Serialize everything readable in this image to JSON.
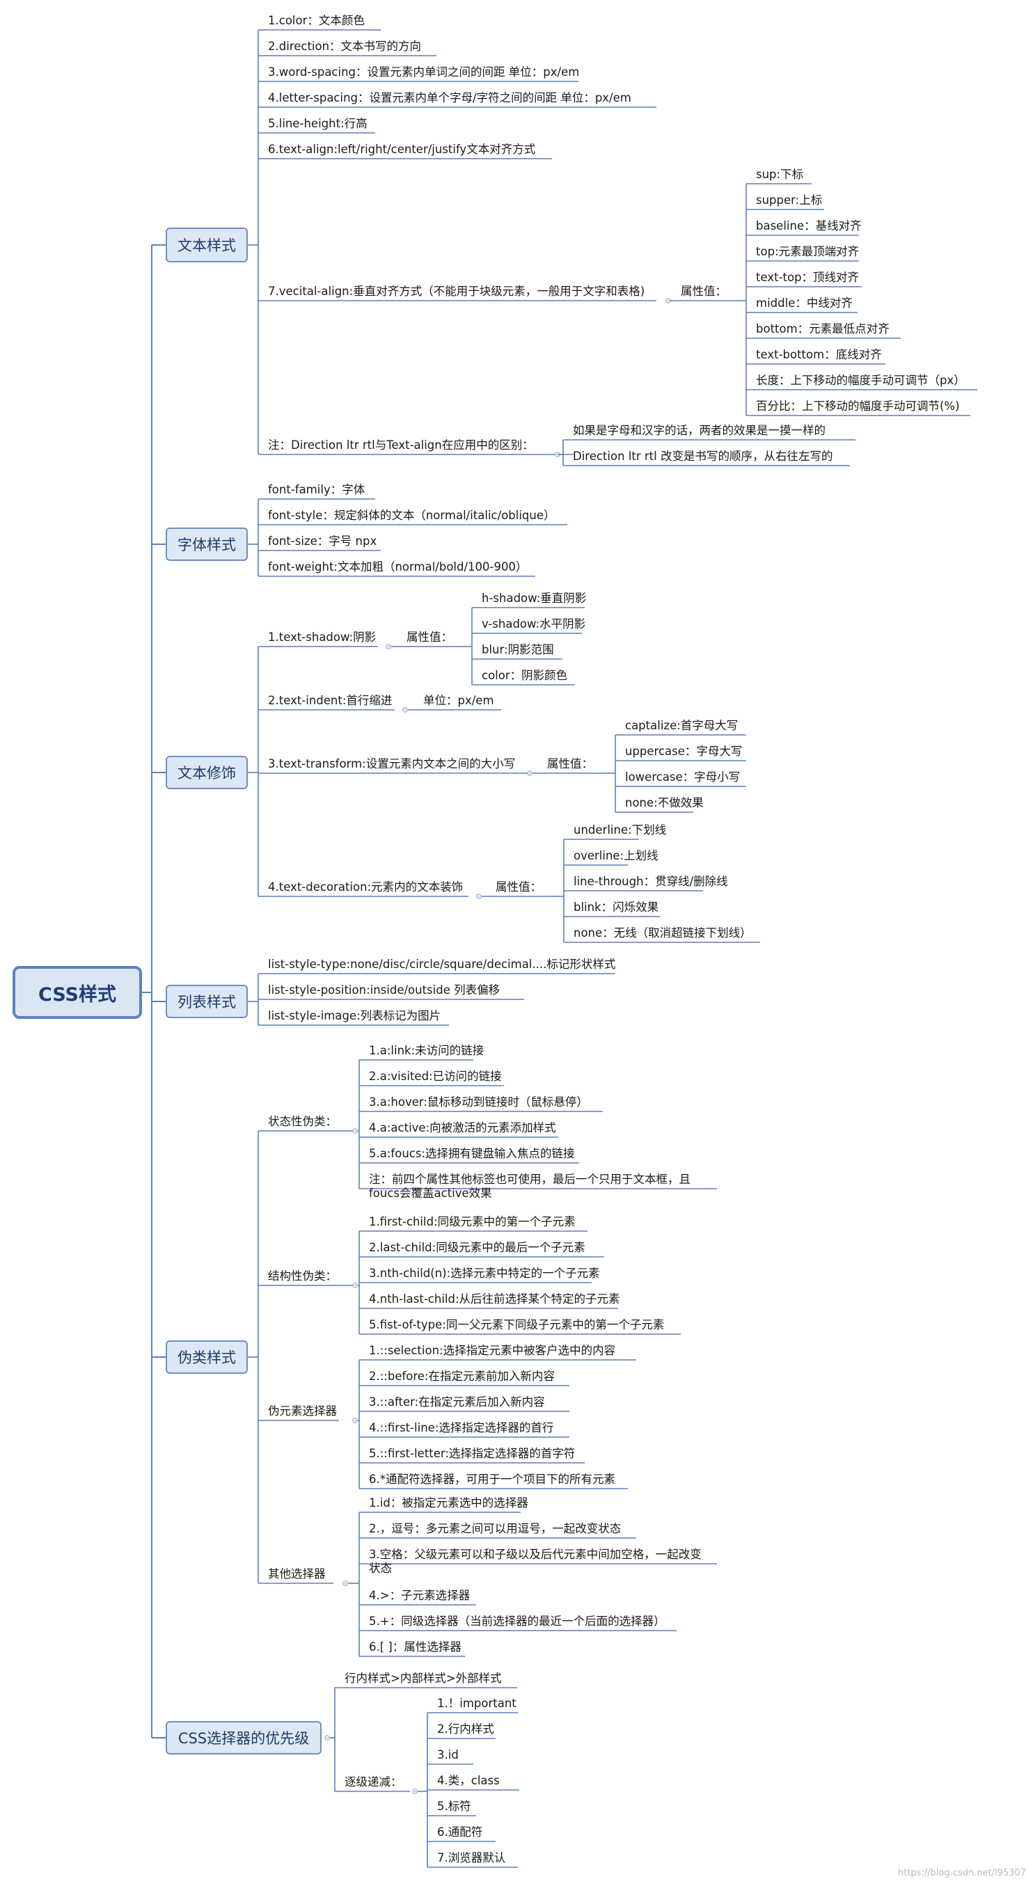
{
  "root": "CSS样式",
  "branches": [
    {
      "id": "text",
      "label": "文本样式",
      "items": [
        "1.color：文本颜色",
        "2.direction：文本书写的方向",
        "3.word-spacing：设置元素内单词之间的间距 单位：px/em",
        "4.letter-spacing：设置元素内单个字母/字符之间的间距 单位：px/em",
        "5.line-height:行高",
        "6.text-align:left/right/center/justify文本对齐方式",
        "7.vecital-align:垂直对齐方式（不能用于块级元素，一般用于文字和表格)",
        "注：Direction ltr  rtl与Text-align在应用中的区别："
      ],
      "valign_label": "属性值：",
      "valign_values": [
        "sup:下标",
        "supper:上标",
        "baseline：基线对齐",
        "top:元素最顶端对齐",
        "text-top：顶线对齐",
        "middle：中线对齐",
        "bottom：元素最低点对齐",
        "text-bottom：底线对齐",
        "长度：上下移动的幅度手动可调节（px）",
        "百分比：上下移动的幅度手动可调节(%)"
      ],
      "note_values": [
        "如果是字母和汉字的话，两者的效果是一摸一样的",
        "Direction ltr  rtl 改变是书写的顺序，从右往左写的"
      ]
    },
    {
      "id": "font",
      "label": "字体样式",
      "items": [
        "font-family：字体",
        "font-style：规定斜体的文本（normal/italic/oblique）",
        "font-size：字号 npx",
        "font-weight:文本加粗（normal/bold/100-900）"
      ]
    },
    {
      "id": "deco",
      "label": "文本修饰",
      "items": [
        "1.text-shadow:阴影",
        "2.text-indent:首行缩进",
        "3.text-transform:设置元素内文本之间的大小写",
        "4.text-decoration:元素内的文本装饰"
      ],
      "shadow_label": "属性值：",
      "shadow_values": [
        "h-shadow:垂直阴影",
        "v-shadow:水平阴影",
        "blur:阴影范围",
        "color：阴影颜色"
      ],
      "indent_label": "单位：px/em",
      "transform_label": "属性值：",
      "transform_values": [
        "captalize:首字母大写",
        "uppercase：字母大写",
        "lowercase：字母小写",
        "none:不做效果"
      ],
      "decoration_label": "属性值：",
      "decoration_values": [
        "underline:下划线",
        "overline:上划线",
        "line-through：贯穿线/删除线",
        "blink：闪烁效果",
        "none：无线（取消超链接下划线）"
      ]
    },
    {
      "id": "list",
      "label": "列表样式",
      "items": [
        "list-style-type:none/disc/circle/square/decimal....标记形状样式",
        "list-style-position:inside/outside  列表偏移",
        "list-style-image:列表标记为图片"
      ]
    },
    {
      "id": "pseudo",
      "label": "伪类样式",
      "groups": [
        {
          "label": "状态性伪类：",
          "items": [
            "1.a:link:未访问的链接",
            "2.a:visited:已访问的链接",
            "3.a:hover:鼠标移动到链接时（鼠标悬停）",
            "4.a:active:向被激活的元素添加样式",
            "5.a:foucs:选择拥有键盘输入焦点的链接",
            "注：前四个属性其他标签也可使用，最后一个只用于文本框，且foucs会覆盖active效果"
          ]
        },
        {
          "label": "结构性伪类：",
          "items": [
            "1.first-child:同级元素中的第一个子元素",
            "2.last-child:同级元素中的最后一个子元素",
            "3.nth-child(n):选择元素中特定的一个子元素",
            "4.nth-last-child:从后往前选择某个特定的子元素",
            "5.fist-of-type:同一父元素下同级子元素中的第一个子元素"
          ]
        },
        {
          "label": "伪元素选择器",
          "items": [
            "1.::selection:选择指定元素中被客户选中的内容",
            "2.::before:在指定元素前加入新内容",
            "3.::after:在指定元素后加入新内容",
            "4.::first-line:选择指定选择器的首行",
            "5.::first-letter:选择指定选择器的首字符",
            "6.*通配符选择器，可用于一个项目下的所有元素"
          ]
        },
        {
          "label": "其他选择器",
          "items": [
            "1.id：被指定元素选中的选择器",
            "2.，逗号：多元素之间可以用逗号，一起改变状态",
            "3.空格：父级元素可以和子级以及后代元素中间加空格，一起改变状态",
            "4.>：子元素选择器",
            "5.+：同级选择器（当前选择器的最近一个后面的选择器）",
            "6.[ ]：属性选择器"
          ]
        }
      ]
    },
    {
      "id": "priority",
      "label": "CSS选择器的优先级",
      "items": [
        "行内样式>内部样式>外部样式",
        "逐级递减："
      ],
      "order_values": [
        "1.！important",
        "2.行内样式",
        "3.id",
        "4.类，class",
        "5.标符",
        "6.通配符",
        "7.浏览器默认"
      ]
    }
  ],
  "watermark": "https://blog.csdn.net/l95307",
  "colors": {
    "line": "#5b7fbd",
    "box_fill": "#dde8f6",
    "box_border": "#6f8fc0",
    "text": "#1a1a1a"
  }
}
